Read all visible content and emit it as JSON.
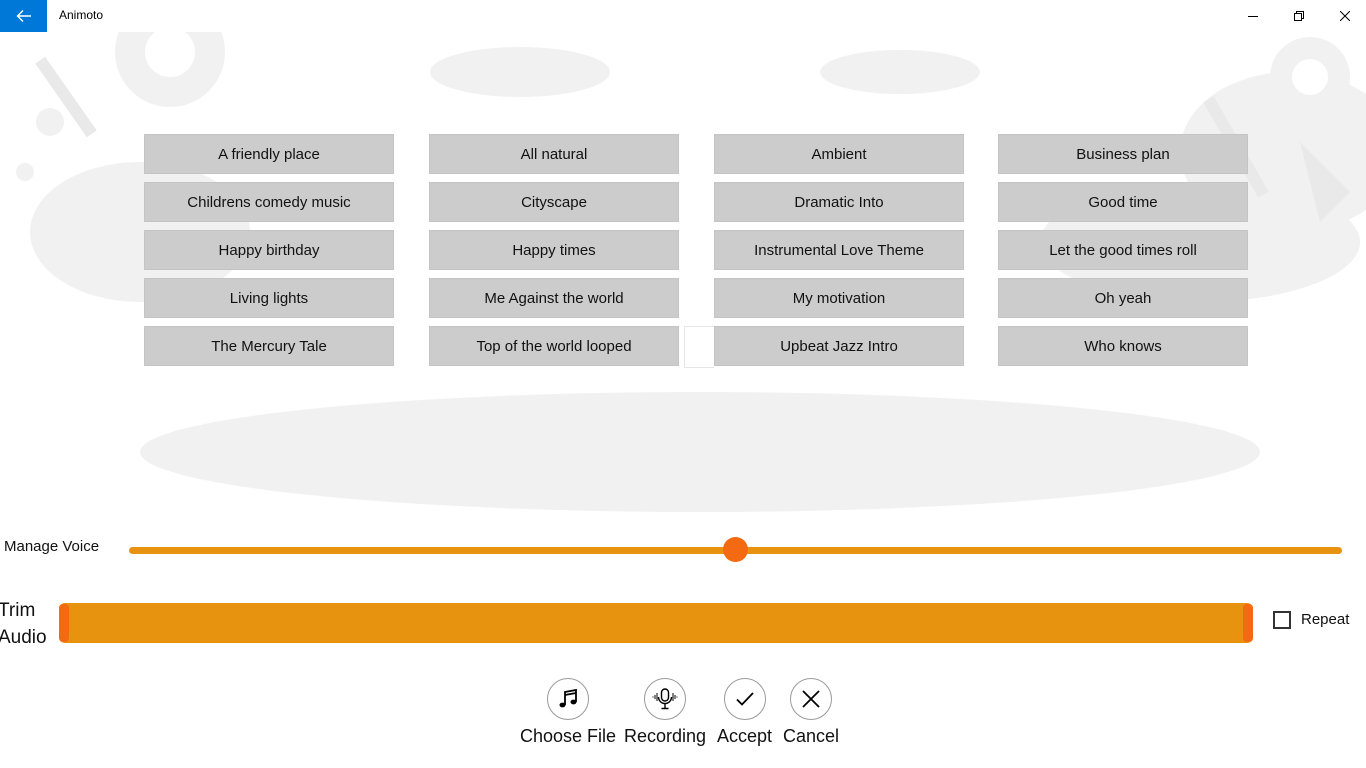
{
  "window": {
    "title": "Animoto"
  },
  "tracks": [
    [
      "A friendly place",
      "All natural",
      "Ambient",
      "Business plan"
    ],
    [
      "Childrens comedy music",
      "Cityscape",
      "Dramatic Into",
      "Good time"
    ],
    [
      "Happy birthday",
      "Happy times",
      "Instrumental Love Theme",
      "Let the good times roll"
    ],
    [
      "Living lights",
      "Me Against the world",
      "My motivation",
      "Oh yeah"
    ],
    [
      "The Mercury Tale",
      "Top of the world looped",
      "Upbeat Jazz Intro",
      "Who knows"
    ]
  ],
  "voice": {
    "label": "Manage Voice",
    "value_fraction": 0.5
  },
  "trim": {
    "label_line1": "Trim",
    "label_line2": "Audio",
    "start_fraction": 0.0,
    "end_fraction": 1.0
  },
  "repeat": {
    "label": "Repeat",
    "checked": false
  },
  "actions": {
    "choose_file": "Choose File",
    "recording": "Recording",
    "accept": "Accept",
    "cancel": "Cancel"
  },
  "colors": {
    "accent": "#0078d7",
    "slider": "#e8930f",
    "thumb": "#f36a12",
    "track_button": "#cccccc"
  }
}
